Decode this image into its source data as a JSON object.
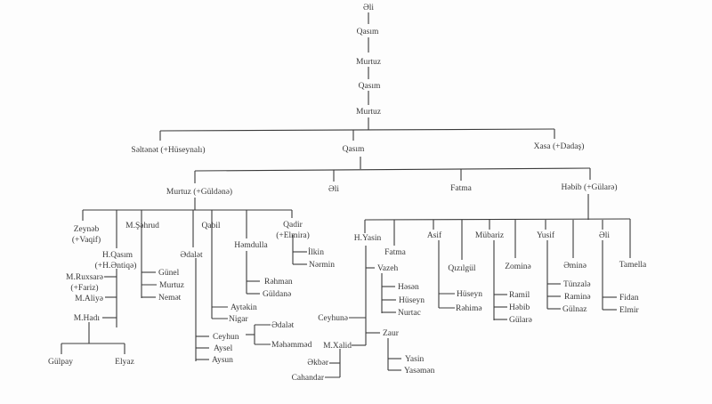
{
  "root": [
    "Əli",
    "Qasım",
    "Murtuz",
    "Qasım",
    "Murtuz"
  ],
  "gen1": [
    "Səltənət (+Hüseynalı)",
    "Qasım",
    "Xasa (+Dadaş)"
  ],
  "gen2": [
    "Murtuz (+Güldənə)",
    "Əli",
    "Fatma",
    "Həbib (+Gülarə)"
  ],
  "murtuz_children": {
    "zeyneb": [
      "Zeynəb",
      "(+Vaqif)"
    ],
    "hqasim": [
      "H.Qasım",
      "(+H.Əntiqə)"
    ],
    "hqasim_children": [
      "M.Ruxsarə",
      "(+Fariz)",
      "M.Aliyə",
      "M.Hadı"
    ],
    "mhadi_children": [
      "Gülpay",
      "Elyaz"
    ],
    "msehrud": "M.Şəhrud",
    "msehrud_children": [
      "Günel",
      "Murtuz",
      "Nemət"
    ],
    "edalet": "Ədalət",
    "edalet_children": [
      "Ceyhun",
      "Aysel",
      "Aysun"
    ],
    "ceyhun_children": [
      "Ədalət",
      "Məhəmməd"
    ],
    "qabil": "Qabil",
    "qabil_children": [
      "Aytəkin",
      "Nigar"
    ],
    "hemdulla": "Həmdulla",
    "hemdulla_children": [
      "Rəhman",
      "Güldanə"
    ],
    "qadir": [
      "Qadir",
      "(+Elmira)"
    ],
    "qadir_children": [
      "İlkin",
      "Nərmin"
    ]
  },
  "hebib_children": {
    "hyasin": "H.Yasin",
    "hyasin_children": [
      "Vazeh",
      "Ceyhunə",
      "Zaur",
      "M.Xalid"
    ],
    "vazeh_children": [
      "Həsən",
      "Hüseyn",
      "Nurtac"
    ],
    "zaur_children": [
      "Yasin",
      "Yasəmən"
    ],
    "mxalid_children": [
      "Əkbər",
      "Cahandar"
    ],
    "fatma": "Fatma",
    "asif": "Asif",
    "asif_children": [
      "Hüseyn",
      "Rəhimə"
    ],
    "qizilgul": "Qızılgül",
    "mubariz": "Mübariz",
    "mubariz_children": [
      "Ramil",
      "Həbib",
      "Gülarə"
    ],
    "zomine": "Zominə",
    "yusif": "Yusif",
    "yusif_children": [
      "Tünzalə",
      "Raminə",
      "Gülnaz"
    ],
    "emine": "Əminə",
    "eli": "Əli",
    "eli_children": [
      "Fidan",
      "Elmir"
    ],
    "tamella": "Tamella"
  }
}
